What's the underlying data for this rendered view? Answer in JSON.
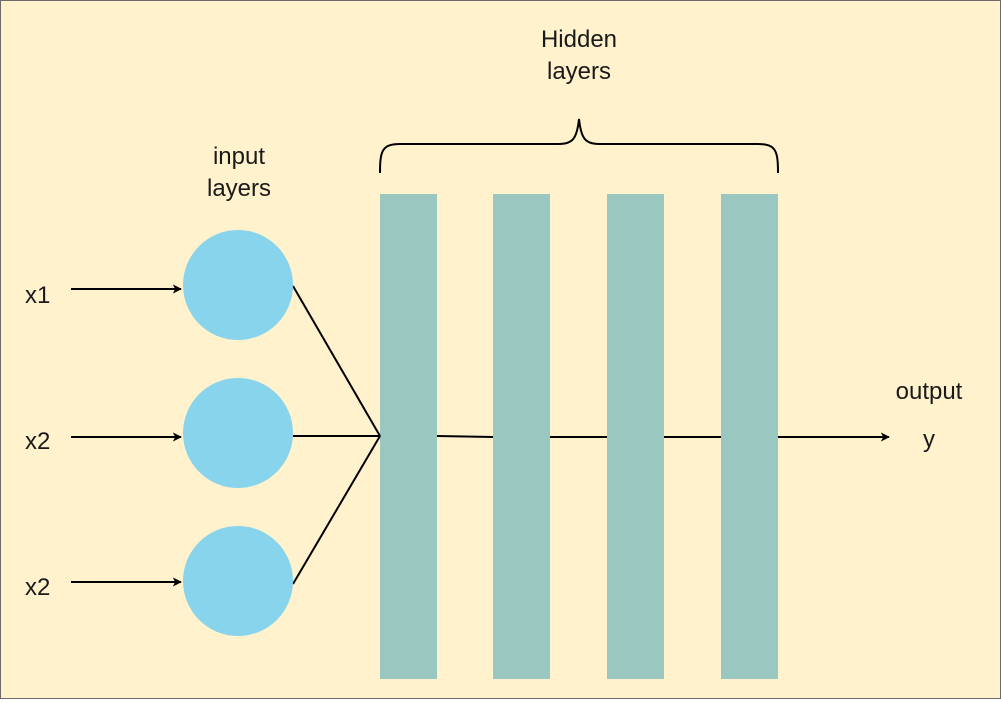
{
  "diagram": {
    "hidden_label_line1": "Hidden",
    "hidden_label_line2": "layers",
    "input_label_line1": "input",
    "input_label_line2": "layers",
    "inputs": [
      "x1",
      "x2",
      "x2"
    ],
    "output_label": "output",
    "output_var": "y"
  },
  "colors": {
    "background": "#fff2cc",
    "input_node": "#87d4ec",
    "hidden_layer": "#9ac7bf",
    "line": "#000000"
  }
}
